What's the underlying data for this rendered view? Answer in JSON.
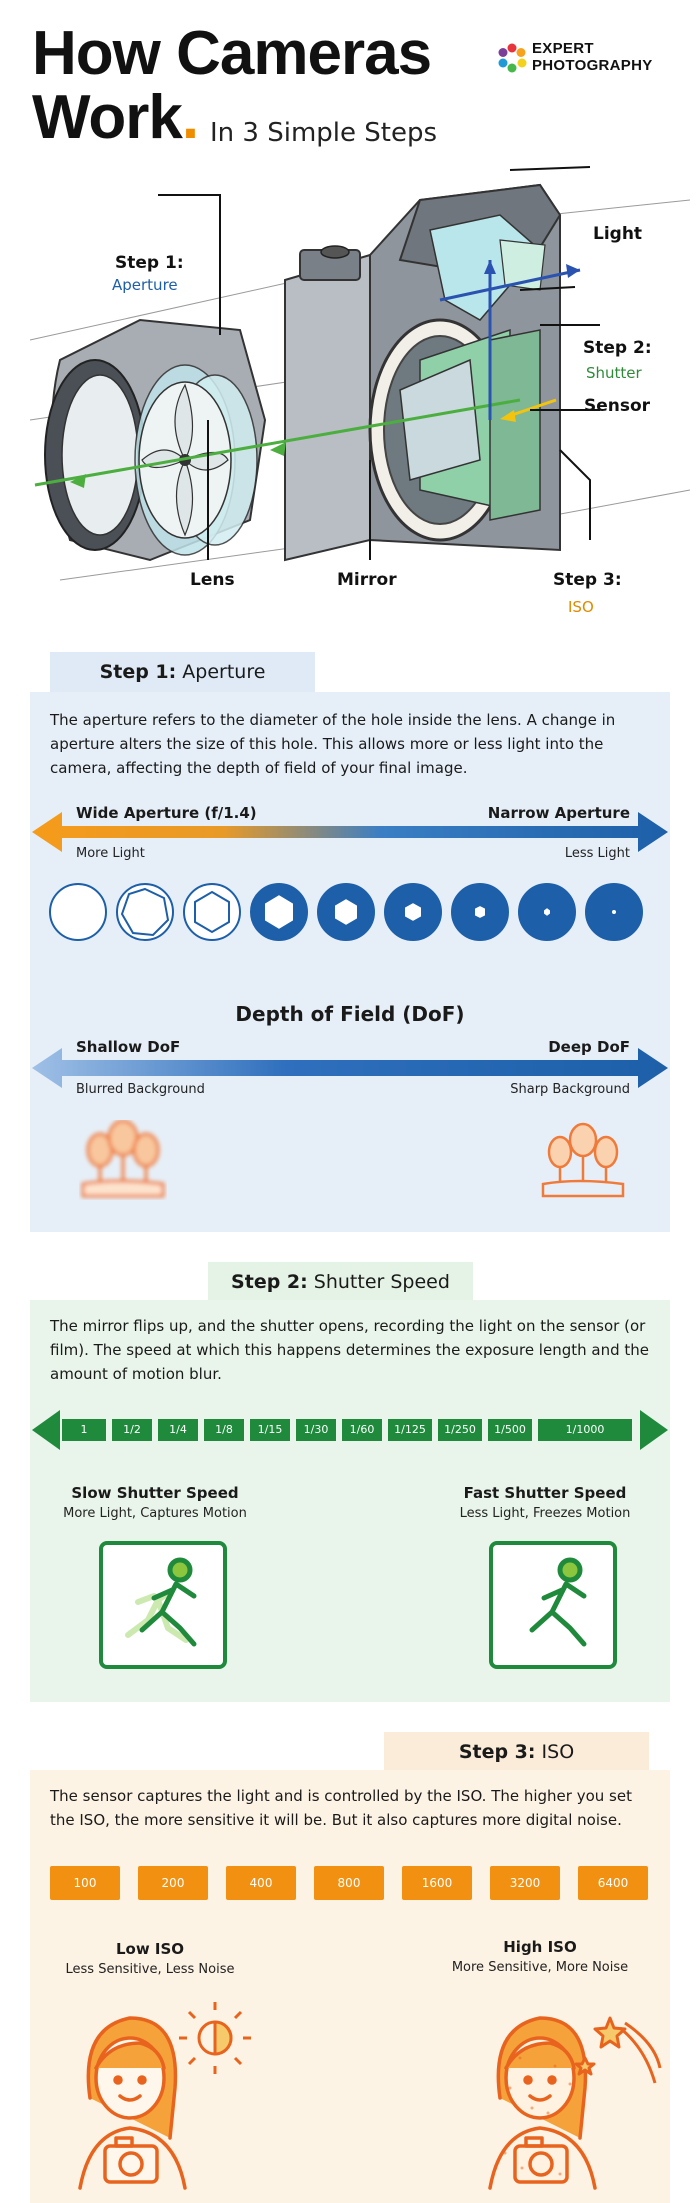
{
  "header": {
    "title_line1": "How Cameras",
    "title_line2": "Work",
    "title_dot": ".",
    "subtitle": "In 3 Simple Steps",
    "logo_line1": "EXPERT",
    "logo_line2": "PHOTOGRAPHY"
  },
  "diagram": {
    "step1_label": "Step 1:",
    "step1_sub": "Aperture",
    "step2_label": "Step 2:",
    "step2_sub": "Shutter",
    "step3_label": "Step 3:",
    "step3_sub": "ISO",
    "light": "Light",
    "sensor": "Sensor",
    "lens": "Lens",
    "mirror": "Mirror"
  },
  "step1": {
    "tab_bold": "Step 1:",
    "tab_rest": "Aperture",
    "description": "The aperture refers to the diameter of the hole inside the lens. A change in aperture alters the size of this hole. This allows more or less light into the camera, affecting the depth of field of your final image.",
    "wide_label": "Wide Aperture (f/1.4)",
    "narrow_label": "Narrow Aperture",
    "more_light": "More Light",
    "less_light": "Less Light",
    "dof_title": "Depth of Field (DoF)",
    "shallow": "Shallow DoF",
    "deep": "Deep DoF",
    "blurred": "Blurred Background",
    "sharp": "Sharp Background"
  },
  "step2": {
    "tab_bold": "Step 2:",
    "tab_rest": "Shutter Speed",
    "description": "The mirror flips up, and the shutter opens, recording the light on the sensor (or film). The speed at which this happens determines the exposure length and the amount of motion blur.",
    "speeds": [
      "1",
      "1/2",
      "1/4",
      "1/8",
      "1/15",
      "1/30",
      "1/60",
      "1/125",
      "1/250",
      "1/500",
      "1/1000"
    ],
    "slow_title": "Slow Shutter Speed",
    "slow_sub": "More Light, Captures Motion",
    "fast_title": "Fast Shutter Speed",
    "fast_sub": "Less Light, Freezes Motion"
  },
  "step3": {
    "tab_bold": "Step 3:",
    "tab_rest": "ISO",
    "description": "The sensor captures the light and is controlled by the ISO. The higher you set the ISO, the more sensitive it will be. But it also captures more digital noise.",
    "iso_values": [
      "100",
      "200",
      "400",
      "800",
      "1600",
      "3200",
      "6400"
    ],
    "low_title": "Low ISO",
    "low_sub": "Less Sensitive, Less Noise",
    "high_title": "High ISO",
    "high_sub": "More Sensitive, More Noise"
  },
  "colors": {
    "blue": "#1d5fa8",
    "green": "#1f8a3c",
    "orange": "#f29111",
    "step1_bg": "#e6eff8",
    "step2_bg": "#e9f5ea",
    "step3_bg": "#fdf3e4"
  }
}
